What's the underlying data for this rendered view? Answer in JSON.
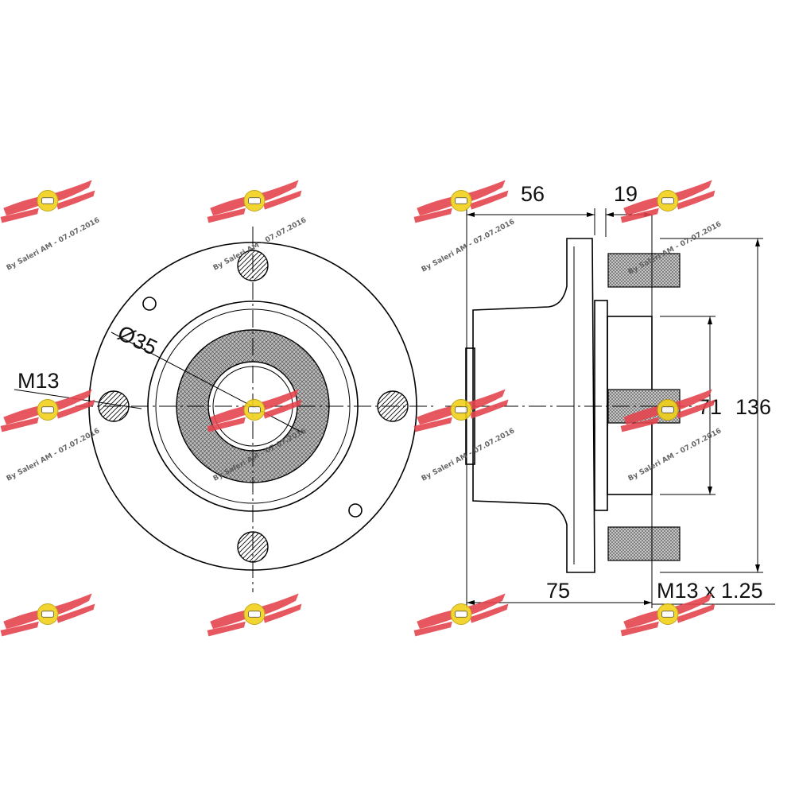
{
  "drawing": {
    "front_view": {
      "bore_label": "Ø35",
      "stud_label": "M13"
    },
    "side_view": {
      "dim_56": "56",
      "dim_19": "19",
      "dim_71": "71",
      "dim_136": "136",
      "dim_75": "75",
      "thread_label": "M13 x 1.25"
    }
  },
  "watermark": {
    "text": "By Saleri AM - 07.07.2016",
    "colors": {
      "wing": "#e5454f",
      "badge": "#f2d11a"
    }
  }
}
